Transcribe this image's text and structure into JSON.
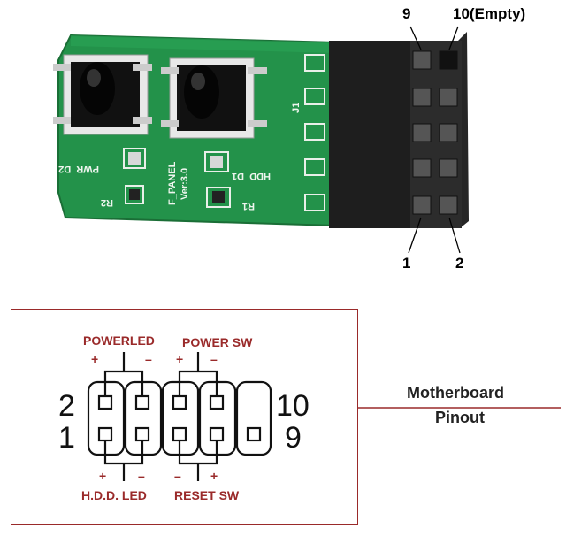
{
  "board": {
    "silk_pwr": "PWR_D2",
    "silk_hdd": "HDD_D1",
    "silk_r2": "R2",
    "silk_r1": "R1",
    "silk_fpanel": "F_PANEL",
    "silk_ver": "Ver:3.0",
    "silk_j1": "J1"
  },
  "connector_labels": {
    "pin9": "9",
    "pin10": "10(Empty)",
    "pin1": "1",
    "pin2": "2"
  },
  "diagram": {
    "powerled": "POWERLED",
    "powersw": "POWER SW",
    "hddled": "H.D.D. LED",
    "resetsw": "RESET SW",
    "plus": "+",
    "minus": "–",
    "num2": "2",
    "num1": "1",
    "num10": "10",
    "num9": "9"
  },
  "caption": {
    "line1": "Motherboard",
    "line2": "Pinout"
  },
  "colors": {
    "pcb": "#1f8a3e",
    "header": "#2a2a2a",
    "accent_red": "#9a2a2a"
  }
}
